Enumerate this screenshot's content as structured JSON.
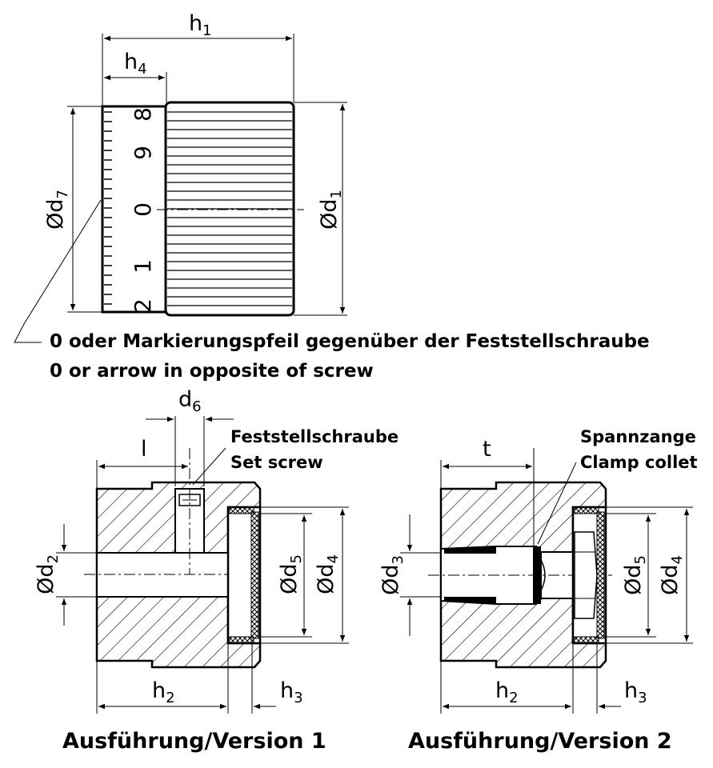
{
  "top_view": {
    "dims": {
      "h1": {
        "main": "h",
        "sub": "1"
      },
      "h4": {
        "main": "h",
        "sub": "4"
      },
      "d7": {
        "prefix": "Ø",
        "main": "d",
        "sub": "7"
      },
      "d1": {
        "prefix": "Ø",
        "main": "d",
        "sub": "1"
      }
    },
    "scale_marks": [
      "8",
      "9",
      "0",
      "1",
      "2"
    ],
    "note_de": "0 oder Markierungspfeil gegenüber der Feststellschraube",
    "note_en": "0 or arrow in opposite of screw"
  },
  "version1": {
    "dims": {
      "d6": {
        "main": "d",
        "sub": "6"
      },
      "l": "l",
      "d2": {
        "prefix": "Ø",
        "main": "d",
        "sub": "2"
      },
      "d5": {
        "prefix": "Ø",
        "main": "d",
        "sub": "5"
      },
      "d4": {
        "prefix": "Ø",
        "main": "d",
        "sub": "4"
      },
      "h2": {
        "main": "h",
        "sub": "2"
      },
      "h3": {
        "main": "h",
        "sub": "3"
      }
    },
    "label_de": "Feststellschraube",
    "label_en": "Set screw",
    "caption": "Ausführung/Version 1"
  },
  "version2": {
    "dims": {
      "t": "t",
      "d3": {
        "prefix": "Ø",
        "main": "d",
        "sub": "3"
      },
      "d5": {
        "prefix": "Ø",
        "main": "d",
        "sub": "5"
      },
      "d4": {
        "prefix": "Ø",
        "main": "d",
        "sub": "4"
      },
      "h2": {
        "main": "h",
        "sub": "2"
      },
      "h3": {
        "main": "h",
        "sub": "3"
      }
    },
    "label_de": "Spannzange",
    "label_en": "Clamp collet",
    "caption": "Ausführung/Version 2"
  }
}
